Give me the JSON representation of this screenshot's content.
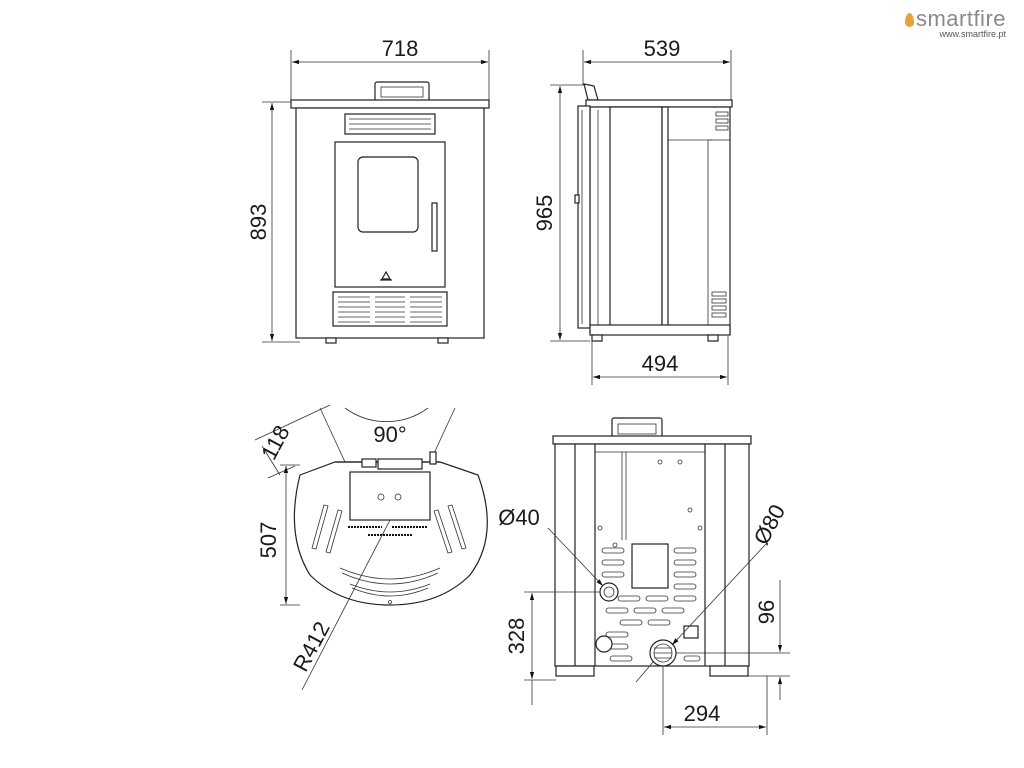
{
  "brand": {
    "name": "smartfire",
    "url": "www.smartfire.pt",
    "color": "#8a8a8a",
    "flame_color": "#e9a23b"
  },
  "front_view": {
    "width": "718",
    "height": "893"
  },
  "side_view": {
    "depth": "539",
    "height": "965",
    "base_depth": "494"
  },
  "top_view": {
    "angle": "90°",
    "back_offset": "118",
    "depth": "507",
    "radius": "R412"
  },
  "rear_view": {
    "inlet_diameter": "Ø40",
    "inlet_height": "328",
    "outlet_diameter": "Ø80",
    "outlet_height": "96",
    "outlet_offset": "294"
  }
}
